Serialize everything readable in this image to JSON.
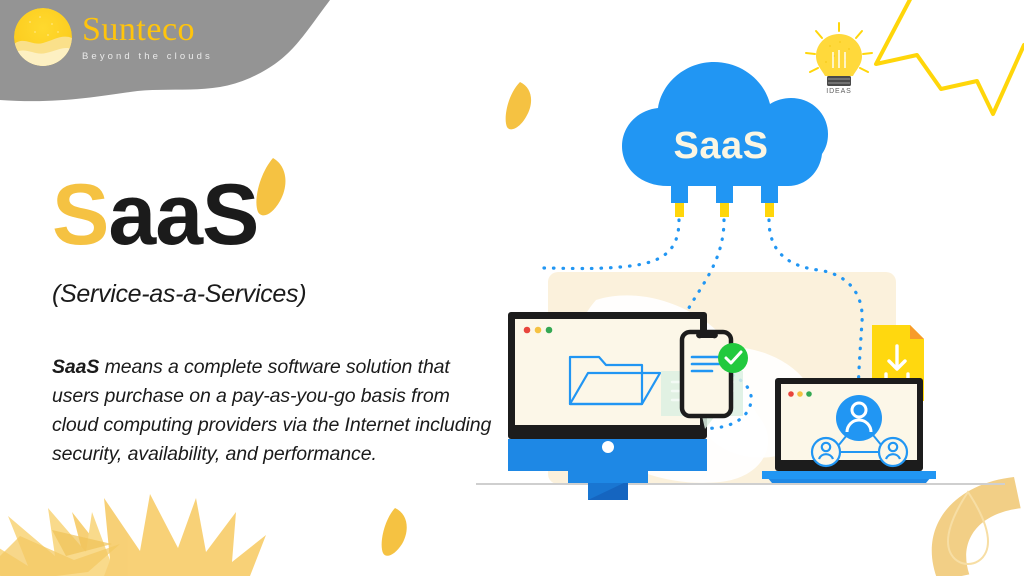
{
  "brand": {
    "name": "Sunteco",
    "tagline": "Beyond the clouds",
    "logo_icon": "sun-circle-icon",
    "name_color": "#FFC40C",
    "header_band_color": "#949494"
  },
  "hero": {
    "headline_accent": "S",
    "headline_rest": "aaS",
    "subheadline": "(Service-as-a-Services)",
    "body_lead": "SaaS",
    "body_text": " means a complete software solution that users purchase on a pay-as-you-go basis from cloud computing providers via the Internet including security, availability, and performance."
  },
  "illustration": {
    "cloud_label": "SaaS",
    "cloud_color": "#2196F3",
    "cloud_text_color": "#FBF6E3",
    "ideas_label": "IDEAS",
    "ideas_icon": "lightbulb-icon",
    "document_icon": "download-document-icon",
    "document_color": "#FFD80F",
    "check_badge_icon": "check-circle-icon",
    "check_badge_color": "#22C93E",
    "folder_icon": "folder-icon",
    "users_icon": "user-network-icon",
    "phone_icon": "smartphone-icon",
    "monitor_icon": "desktop-monitor-icon",
    "laptop_icon": "laptop-icon",
    "chat_icon": "chat-bubble-icon",
    "connector_icon": "plug-connector-icon",
    "accent_blue": "#1E88E5",
    "accent_yellow": "#F5C242",
    "panel_cream": "#FBF1DC",
    "screen_cream": "#FCF7E8",
    "traffic_dots": [
      "#E8453C",
      "#F5C242",
      "#34A853"
    ]
  },
  "decor": {
    "zigzag_icon": "zigzag-line-icon",
    "sunburst_icon": "sunburst-icon",
    "leaf_icon": "leaf-petal-icon",
    "teardrop_icon": "teardrop-outline-icon",
    "arc_icon": "arc-swoosh-icon"
  }
}
